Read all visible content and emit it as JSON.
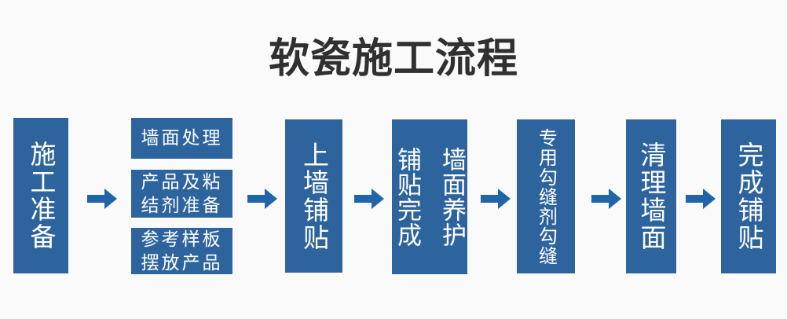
{
  "title": {
    "text": "软瓷施工流程"
  },
  "colors": {
    "background": "#fafafa",
    "box": "#2e649e",
    "arrow": "#2264a8",
    "box_text": "#ffffff",
    "title_text": "#303030"
  },
  "flow": {
    "connector_icon": "arrow-right",
    "steps": [
      {
        "label": "施工准备"
      },
      {
        "items": [
          {
            "label": "墙面处理"
          },
          {
            "label": "产品及粘\n结剂准备"
          },
          {
            "label": "参考样板\n摆放产品"
          }
        ]
      },
      {
        "label": "上墙铺贴"
      },
      {
        "columns": [
          {
            "label": "铺贴完成"
          },
          {
            "label": "墙面养护"
          }
        ]
      },
      {
        "label": "专用勾缝剂勾缝"
      },
      {
        "label": "清理墙面"
      },
      {
        "label": "完成铺贴"
      }
    ]
  }
}
